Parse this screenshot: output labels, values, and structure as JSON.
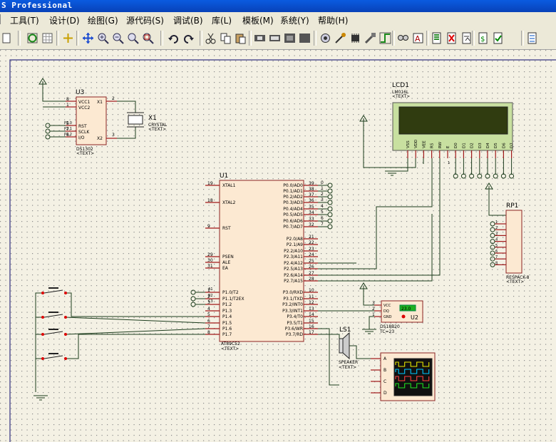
{
  "window": {
    "title": "S Professional"
  },
  "menu": [
    {
      "label": "工具(T)"
    },
    {
      "label": "设计(D)"
    },
    {
      "label": "绘图(G)"
    },
    {
      "label": "源代码(S)"
    },
    {
      "label": "调试(B)"
    },
    {
      "label": "库(L)"
    },
    {
      "label": "模板(M)"
    },
    {
      "label": "系统(Y)"
    },
    {
      "label": "帮助(H)"
    }
  ],
  "toolbar": [
    {
      "icon": "new-file-icon"
    },
    {
      "icon": "refresh-icon"
    },
    {
      "icon": "grid-icon"
    },
    {
      "icon": "origin-icon"
    },
    {
      "icon": "pan-icon"
    },
    {
      "icon": "zoom-in-icon"
    },
    {
      "icon": "zoom-out-icon"
    },
    {
      "icon": "zoom-all-icon"
    },
    {
      "icon": "zoom-area-icon"
    },
    {
      "icon": "undo-icon"
    },
    {
      "icon": "redo-icon"
    },
    {
      "icon": "cut-icon"
    },
    {
      "icon": "copy-icon"
    },
    {
      "icon": "paste-icon"
    },
    {
      "icon": "block-copy-icon"
    },
    {
      "icon": "block-move-icon"
    },
    {
      "icon": "block-rotate-icon"
    },
    {
      "icon": "block-delete-icon"
    },
    {
      "icon": "pick-device-icon"
    },
    {
      "icon": "make-device-icon"
    },
    {
      "icon": "package-tool-icon"
    },
    {
      "icon": "decompose-icon"
    },
    {
      "icon": "wire-autoroute-icon"
    },
    {
      "icon": "search-icon"
    },
    {
      "icon": "property-assign-icon"
    },
    {
      "icon": "new-sheet-icon"
    },
    {
      "icon": "remove-sheet-icon"
    },
    {
      "icon": "exit-to-parent-icon"
    },
    {
      "icon": "bom-icon"
    },
    {
      "icon": "erc-icon"
    },
    {
      "icon": "netlist-icon"
    }
  ],
  "schematic": {
    "u3": {
      "ref": "U3",
      "part": "DS1302",
      "text": "<TEXT>",
      "pins_left": [
        "VCC1",
        "VCC2",
        "RST",
        "SCLK",
        "I/O"
      ],
      "pins_right": [
        "X1",
        "X2"
      ],
      "pin_nums_left": [
        "8",
        "1",
        "5",
        "7",
        "6"
      ],
      "pin_nums_right": [
        "2",
        "3"
      ],
      "nets": [
        "P2.0",
        "P2.1",
        "P2.2"
      ]
    },
    "x1": {
      "ref": "X1",
      "part": "CRYSTAL",
      "text": "<TEXT>"
    },
    "lcd1": {
      "ref": "LCD1",
      "part": "LM016L",
      "text": "<TEXT>",
      "pins": [
        "VSS",
        "VDD",
        "VEE",
        "RS",
        "RW",
        "E",
        "D0",
        "D1",
        "D2",
        "D3",
        "D4",
        "D5",
        "D6",
        "D7"
      ]
    },
    "u1": {
      "ref": "U1",
      "part": "AT89C52",
      "text": "<TEXT>",
      "left_pins": [
        {
          "num": "19",
          "name": "XTAL1"
        },
        {
          "num": "18",
          "name": "XTAL2"
        },
        {
          "num": "9",
          "name": "RST"
        },
        {
          "num": "29",
          "name": "PSEN"
        },
        {
          "num": "30",
          "name": "ALE"
        },
        {
          "num": "31",
          "name": "EA"
        },
        {
          "num": "1",
          "name": "P1.0/T2"
        },
        {
          "num": "2",
          "name": "P1.1/T2EX"
        },
        {
          "num": "3",
          "name": "P1.2"
        },
        {
          "num": "4",
          "name": "P1.3"
        },
        {
          "num": "5",
          "name": "P1.4"
        },
        {
          "num": "6",
          "name": "P1.5"
        },
        {
          "num": "7",
          "name": "P1.6"
        },
        {
          "num": "8",
          "name": "P1.7"
        }
      ],
      "right_pins": [
        {
          "num": "39",
          "name": "P0.0/AD0"
        },
        {
          "num": "38",
          "name": "P0.1/AD1"
        },
        {
          "num": "37",
          "name": "P0.2/AD2"
        },
        {
          "num": "36",
          "name": "P0.3/AD3"
        },
        {
          "num": "35",
          "name": "P0.4/AD4"
        },
        {
          "num": "34",
          "name": "P0.5/AD5"
        },
        {
          "num": "33",
          "name": "P0.6/AD6"
        },
        {
          "num": "32",
          "name": "P0.7/AD7"
        },
        {
          "num": "21",
          "name": "P2.0/A8"
        },
        {
          "num": "22",
          "name": "P2.1/A9"
        },
        {
          "num": "23",
          "name": "P2.2/A10"
        },
        {
          "num": "24",
          "name": "P2.3/A11"
        },
        {
          "num": "25",
          "name": "P2.4/A12"
        },
        {
          "num": "26",
          "name": "P2.5/A13"
        },
        {
          "num": "27",
          "name": "P2.6/A14"
        },
        {
          "num": "28",
          "name": "P2.7/A15"
        },
        {
          "num": "10",
          "name": "P3.0/RXD"
        },
        {
          "num": "11",
          "name": "P3.1/TXD"
        },
        {
          "num": "12",
          "name": "P3.2/INT0"
        },
        {
          "num": "13",
          "name": "P3.3/INT1"
        },
        {
          "num": "14",
          "name": "P3.4/T0"
        },
        {
          "num": "15",
          "name": "P3.5/T1"
        },
        {
          "num": "16",
          "name": "P3.6/WR"
        },
        {
          "num": "17",
          "name": "P3.7/RD"
        }
      ],
      "p0_nets": [
        "0",
        "1",
        "2",
        "3",
        "4",
        "5",
        "6",
        "7"
      ],
      "p1_nets": [
        "A1",
        "B2",
        "C3"
      ]
    },
    "u2": {
      "ref": "U2",
      "part": "DS18B20",
      "sub": "TC=23",
      "pins": [
        "VCC",
        "DQ",
        "GND"
      ],
      "pin_nums": [
        "3",
        "2",
        "1"
      ],
      "reading": "23.0"
    },
    "rp1": {
      "ref": "RP1",
      "part": "RESPACK-8",
      "text": "<TEXT>",
      "pins": [
        "2",
        "3",
        "4",
        "5",
        "6",
        "7",
        "8",
        "9"
      ],
      "nets": [
        "1",
        "2",
        "3",
        "4",
        "5",
        "6",
        "7",
        "8"
      ]
    },
    "ls1": {
      "ref": "LS1",
      "part": "SPEAKER",
      "text": "<TEXT>"
    },
    "scope": {
      "channels": [
        "A",
        "B",
        "C",
        "D"
      ],
      "colors": [
        "#e8e800",
        "#00c8ff",
        "#ff4040",
        "#20e020"
      ]
    }
  }
}
